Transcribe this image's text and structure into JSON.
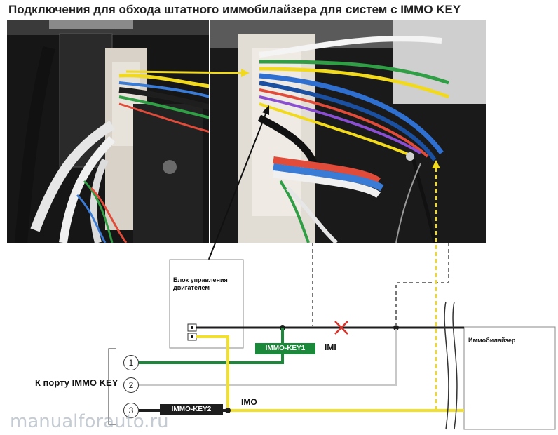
{
  "title": "Подключения для обхода штатного иммобилайзера для систем с IMMO KEY",
  "ecu_label": "Блок управления двигателем",
  "immobilizer_label": "Иммобилайзер",
  "port_label": "К порту IMMO KEY",
  "immo_key1_label": "IMMO-KEY1",
  "immo_key2_label": "IMMO-KEY2",
  "imi_label": "IMI",
  "imo_label": "IMO",
  "pins": [
    "1",
    "2",
    "3"
  ],
  "watermark": "manualforauto.ru",
  "colors": {
    "green_wire": "#1a8a3a",
    "yellow_wire": "#f2e02a",
    "black_wire": "#1e1e1e",
    "cut_mark": "#d8342b",
    "grey_wire": "#c8c8c8"
  }
}
